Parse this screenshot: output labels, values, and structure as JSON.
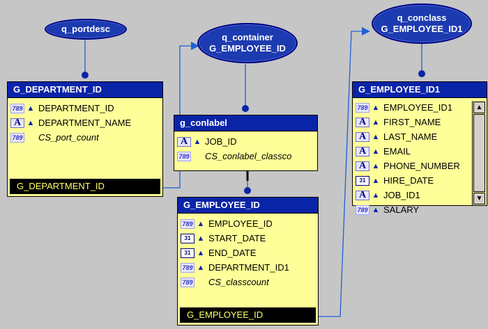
{
  "queries": {
    "portdesc": {
      "line1": "q_portdesc"
    },
    "container": {
      "line1": "q_container",
      "line2": "G_EMPLOYEE_ID"
    },
    "conclass": {
      "line1": "q_conclass",
      "line2": "G_EMPLOYEE_ID1"
    }
  },
  "groups": {
    "department": {
      "title": "G_DEPARTMENT_ID",
      "footer": "G_DEPARTMENT_ID",
      "rows": [
        {
          "icon": "789",
          "label": "DEPARTMENT_ID"
        },
        {
          "icon": "A",
          "label": "DEPARTMENT_NAME"
        },
        {
          "icon": "789",
          "label": "CS_port_count"
        }
      ]
    },
    "conlabel": {
      "title": "g_conlabel",
      "rows": [
        {
          "icon": "A",
          "label": "JOB_ID"
        },
        {
          "icon": "789",
          "label": "CS_conlabel_classco"
        }
      ]
    },
    "employee": {
      "title": "G_EMPLOYEE_ID",
      "footer": "G_EMPLOYEE_ID",
      "rows": [
        {
          "icon": "789",
          "label": "EMPLOYEE_ID"
        },
        {
          "icon": "31",
          "label": "START_DATE"
        },
        {
          "icon": "31",
          "label": "END_DATE"
        },
        {
          "icon": "789",
          "label": "DEPARTMENT_ID1"
        },
        {
          "icon": "789",
          "label": "CS_classcount"
        }
      ]
    },
    "employee1": {
      "title": "G_EMPLOYEE_ID1",
      "rows": [
        {
          "icon": "789",
          "label": "EMPLOYEE_ID1"
        },
        {
          "icon": "A",
          "label": "FIRST_NAME"
        },
        {
          "icon": "A",
          "label": "LAST_NAME"
        },
        {
          "icon": "A",
          "label": "EMAIL"
        },
        {
          "icon": "A",
          "label": "PHONE_NUMBER"
        },
        {
          "icon": "31",
          "label": "HIRE_DATE"
        },
        {
          "icon": "A",
          "label": "JOB_ID1"
        },
        {
          "icon": "789",
          "label": "SALARY"
        }
      ]
    }
  },
  "scroll_arrows": {
    "up": "▲",
    "down": "▼"
  },
  "row_arrow": "▲",
  "colors": {
    "canvas": "#c6c6c6",
    "query": "#1d3bb0",
    "group_header": "#0a24a8",
    "group_body": "#ffff99",
    "link": "#1f5fd6"
  }
}
